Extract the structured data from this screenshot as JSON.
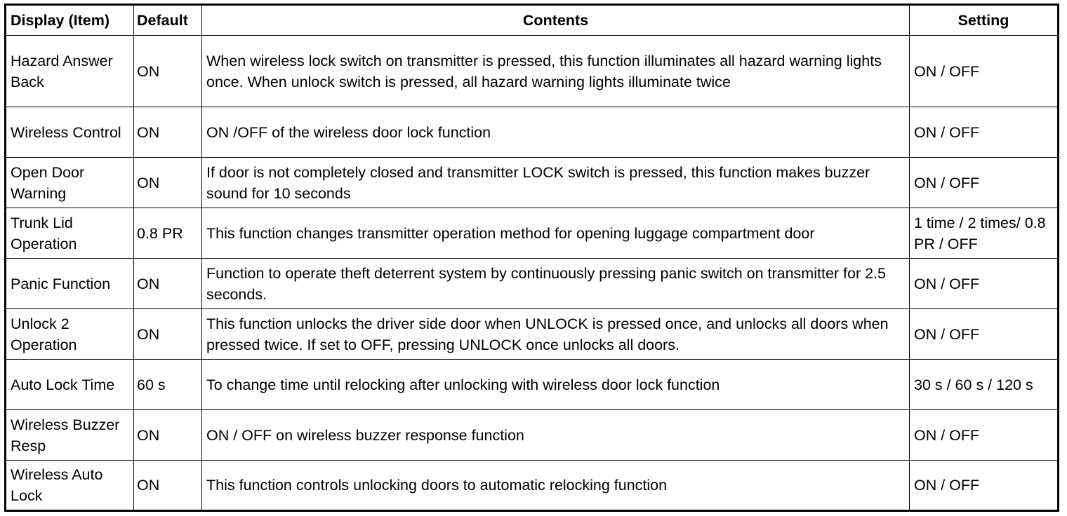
{
  "table": {
    "headers": {
      "display": "Display (Item)",
      "default": "Default",
      "contents": "Contents",
      "setting": "Setting"
    },
    "rows": [
      {
        "display": "Hazard Answer Back",
        "default": "ON",
        "contents": "When wireless lock switch on transmitter is pressed, this function illuminates all hazard warning lights once. When unlock switch is pressed, all hazard warning lights illuminate twice",
        "setting": "ON / OFF"
      },
      {
        "display": "Wireless Control",
        "default": "ON",
        "contents": "ON /OFF of the wireless door lock function",
        "setting": "ON / OFF"
      },
      {
        "display": "Open Door Warning",
        "default": "ON",
        "contents": "If door is not completely closed and transmitter LOCK switch is pressed, this function makes buzzer sound for 10 seconds",
        "setting": "ON / OFF"
      },
      {
        "display": "Trunk Lid Operation",
        "default": "0.8 PR",
        "contents": "This function changes transmitter operation method for opening luggage compartment door",
        "setting": "1 time / 2 times/ 0.8 PR / OFF"
      },
      {
        "display": "Panic Function",
        "default": "ON",
        "contents": "Function to operate theft deterrent system by continuously pressing panic switch on transmitter for 2.5 seconds.",
        "setting": "ON / OFF"
      },
      {
        "display": "Unlock 2 Operation",
        "default": "ON",
        "contents": "This function unlocks the driver side door when UNLOCK is pressed once, and unlocks all doors when pressed twice. If set to OFF, pressing UNLOCK once unlocks all doors.",
        "setting": "ON / OFF"
      },
      {
        "display": "Auto Lock Time",
        "default": "60 s",
        "contents": "To change time until relocking after unlocking with wireless door lock function",
        "setting": "30 s / 60 s / 120 s"
      },
      {
        "display": "Wireless Buzzer Resp",
        "default": "ON",
        "contents": "ON / OFF on wireless buzzer response function",
        "setting": "ON / OFF"
      },
      {
        "display": "Wireless Auto Lock",
        "default": "ON",
        "contents": "This function controls unlocking doors to automatic relocking function",
        "setting": "ON / OFF"
      }
    ]
  }
}
